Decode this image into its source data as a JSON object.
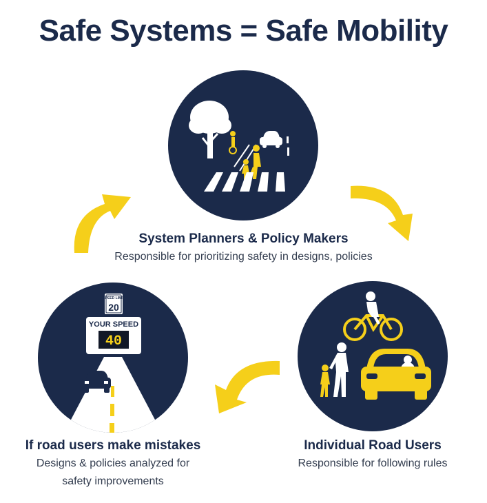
{
  "title": "Safe Systems = Safe Mobility",
  "stages": [
    {
      "title": "System Planners & Policy Makers",
      "description": "Responsible for prioritizing safety in designs, policies",
      "icon": "crosswalk-scene-icon"
    },
    {
      "title": "Individual Road Users",
      "description": "Responsible for following rules",
      "icon": "road-users-icon"
    },
    {
      "title": "If road users make mistakes",
      "description_lines": [
        "Designs & policies analyzed for",
        "safety improvements"
      ],
      "icon": "speed-sign-road-icon"
    }
  ],
  "sign": {
    "speed_limit_label": "SPEED LIMIT",
    "speed_limit_value": "20",
    "your_speed_label": "YOUR SPEED",
    "your_speed_value": "40"
  },
  "colors": {
    "navy": "#1b2a4a",
    "yellow": "#f5cf1a",
    "white": "#ffffff"
  }
}
